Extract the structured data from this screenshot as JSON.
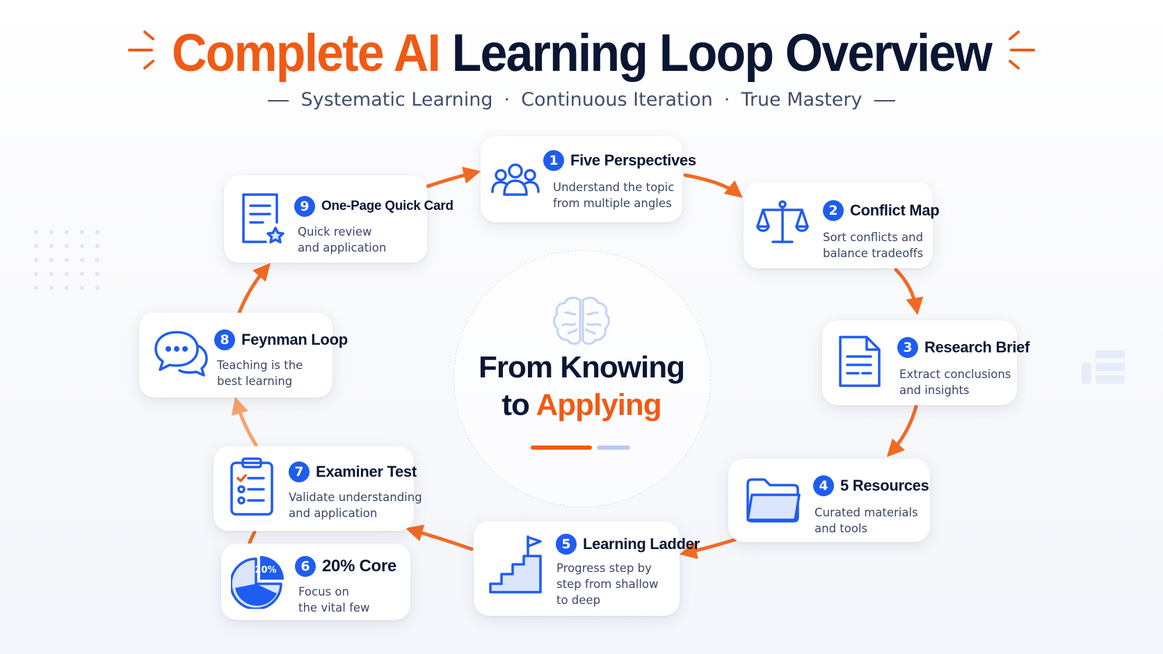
{
  "title": {
    "accent": "Complete AI",
    "rest": "Learning Loop Overview"
  },
  "subtitle": {
    "part1": "Systematic Learning",
    "part2": "Continuous Iteration",
    "part3": "True Mastery",
    "separator": "·"
  },
  "center": {
    "line1": "From Knowing",
    "line2_prefix": "to",
    "line2_accent": "Applying",
    "icon": "brain-icon"
  },
  "colors": {
    "accent_orange": "#f05a14",
    "primary_blue": "#1f5cf0",
    "heading_dark": "#0b1633",
    "body_text": "#3a4663"
  },
  "steps": [
    {
      "number": "1",
      "title": "Five Perspectives",
      "desc_line1": "Understand the topic",
      "desc_line2": "from multiple angles",
      "icon": "people-group-icon"
    },
    {
      "number": "2",
      "title": "Conflict Map",
      "desc_line1": "Sort conflicts and",
      "desc_line2": "balance tradeoffs",
      "icon": "balance-scale-icon"
    },
    {
      "number": "3",
      "title": "Research Brief",
      "desc_line1": "Extract conclusions",
      "desc_line2": "and insights",
      "icon": "document-icon"
    },
    {
      "number": "4",
      "title": "5 Resources",
      "desc_line1": "Curated materials",
      "desc_line2": "and tools",
      "icon": "folder-icon"
    },
    {
      "number": "5",
      "title": "Learning Ladder",
      "desc_line1": "Progress step by",
      "desc_line2": "step from shallow",
      "desc_line3": "to deep",
      "icon": "stairs-flag-icon"
    },
    {
      "number": "6",
      "title": "20% Core",
      "desc_line1": "Focus on",
      "desc_line2": "the vital few",
      "icon": "pie-chart-icon",
      "icon_label": "20%"
    },
    {
      "number": "7",
      "title": "Examiner Test",
      "desc_line1": "Validate understanding",
      "desc_line2": "and application",
      "icon": "clipboard-checklist-icon"
    },
    {
      "number": "8",
      "title": "Feynman Loop",
      "desc_line1": "Teaching is the",
      "desc_line2": "best learning",
      "icon": "chat-bubbles-icon"
    },
    {
      "number": "9",
      "title": "One-Page Quick Card",
      "desc_line1": "Quick review",
      "desc_line2": "and application",
      "icon": "document-star-icon"
    }
  ]
}
